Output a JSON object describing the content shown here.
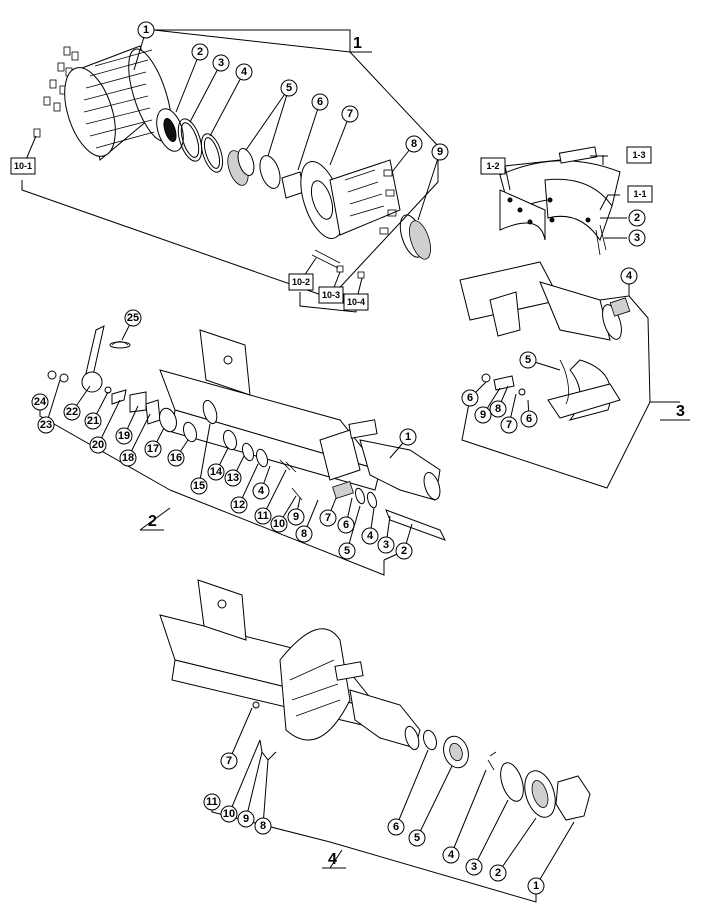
{
  "assemblies": [
    {
      "id": "asm1",
      "label": "1",
      "parts": [
        "1",
        "2",
        "3",
        "4",
        "5",
        "6",
        "7",
        "8",
        "9"
      ],
      "subparts": [
        "10-1",
        "10-2",
        "10-3",
        "10-4"
      ]
    },
    {
      "id": "asm2",
      "label": "2",
      "parts": [
        "1",
        "2",
        "3",
        "4",
        "5",
        "6",
        "7",
        "8",
        "9",
        "10",
        "11",
        "12",
        "13",
        "14",
        "15",
        "16",
        "17",
        "18",
        "19",
        "20",
        "21",
        "22",
        "23",
        "24",
        "25"
      ]
    },
    {
      "id": "asm3",
      "label": "3",
      "parts": [
        "4",
        "5",
        "6",
        "8",
        "9",
        "7",
        "6"
      ],
      "subparts": [
        "1-1",
        "1-2",
        "1-3"
      ],
      "extra_parts": [
        "2",
        "3"
      ]
    },
    {
      "id": "asm4",
      "label": "4",
      "parts": [
        "1",
        "2",
        "3",
        "4",
        "5",
        "6",
        "7",
        "8",
        "9",
        "10",
        "11"
      ]
    }
  ],
  "colors": {
    "line": "#000000",
    "background": "#ffffff",
    "shade": "#cfcfcf"
  }
}
